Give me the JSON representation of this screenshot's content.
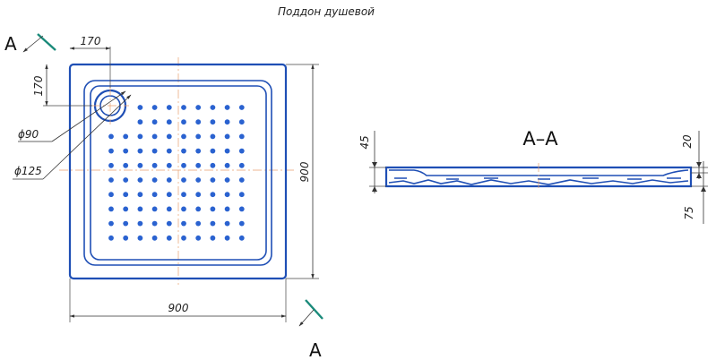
{
  "title": "Поддон душевой",
  "section_mark": "А",
  "section_title": "А–А",
  "plan": {
    "width_dim": "900",
    "height_dim": "900",
    "corner_x_dim": "170",
    "corner_y_dim": "170",
    "drain_inner_dim": "ϕ90",
    "drain_outer_dim": "ϕ125"
  },
  "section": {
    "depth_dim": "45",
    "rim_dim": "20",
    "total_height_dim": "75"
  },
  "colors": {
    "outline": "#1f4fb5",
    "holes": "#2a62d0",
    "section_arrow": "#1a8a7a",
    "centerline": "#e8a070"
  }
}
